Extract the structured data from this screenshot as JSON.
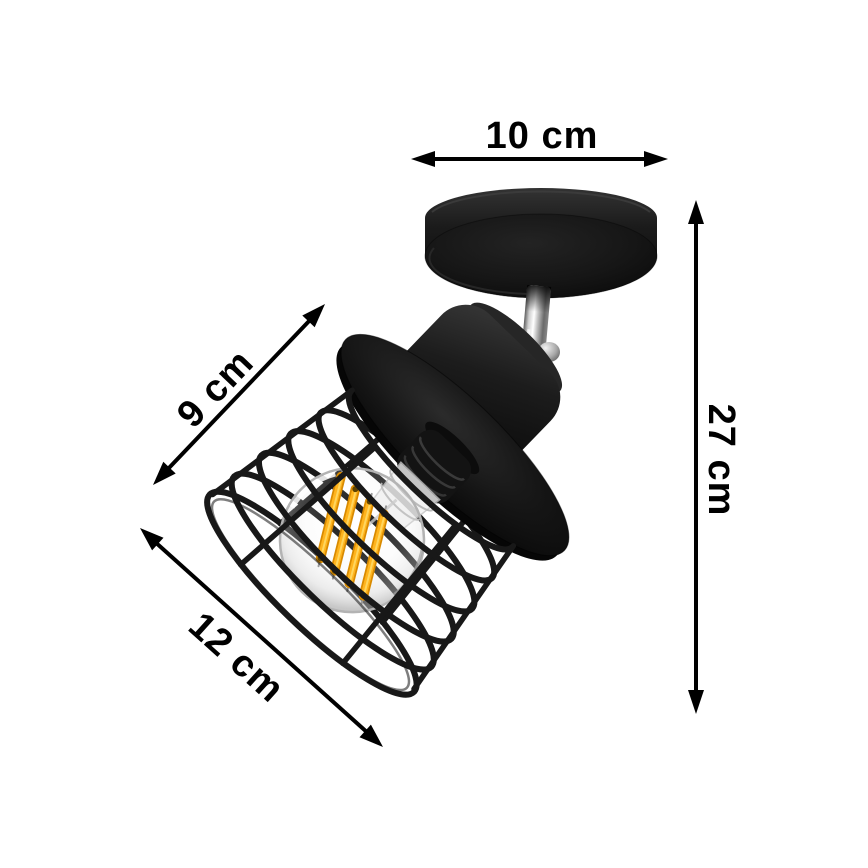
{
  "diagram": {
    "type": "product-dimension-diagram",
    "subject": "black wire-cage adjustable ceiling spotlight with filament bulb",
    "background_color": "#ffffff",
    "annotation_color": "#000000"
  },
  "dimensions": {
    "canopy_width": {
      "label": "10 cm"
    },
    "fixture_height": {
      "label": "27 cm"
    },
    "shade_height": {
      "label": "9 cm"
    },
    "shade_diameter": {
      "label": "12 cm"
    }
  },
  "materials": {
    "body_color": "#141414",
    "chrome_color": "#d8d8d8",
    "filament_color": "#f5a91c",
    "glass_outline_color": "#b9b9b9"
  }
}
